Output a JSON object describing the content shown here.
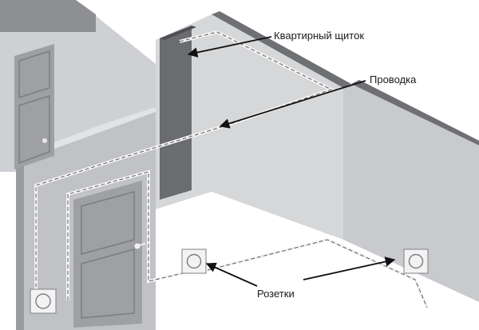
{
  "labels": {
    "panel": "Квартирный щиток",
    "wiring": "Проводка",
    "sockets": "Розетки"
  },
  "colors": {
    "wall_light": "#d3d4d6",
    "wall_mid": "#c4c5c8",
    "wall_dark": "#9c9da1",
    "wall_top": "#6f7074",
    "panel": "#6b6c70",
    "door": "#9fa0a4",
    "wire_line": "#f5f5f5",
    "wire_dash": "#5a5b5f",
    "arrow": "#111111"
  }
}
